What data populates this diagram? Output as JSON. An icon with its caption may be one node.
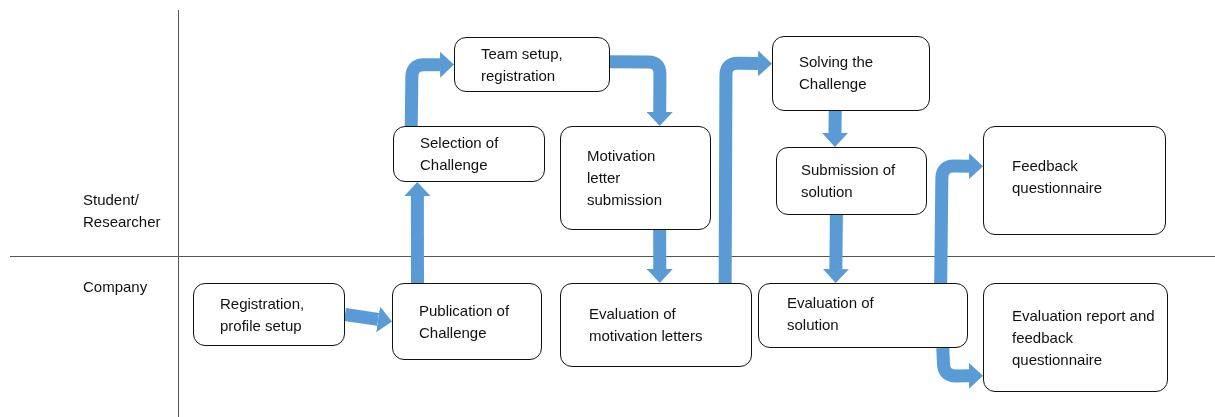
{
  "diagram": {
    "nodes": [
      {
        "text": [
          "Registration, profile setup"
        ]
      },
      {
        "text": [
          "Publication of Challenge"
        ]
      },
      {
        "text": [
          "Selection of Challenge"
        ]
      },
      {
        "text": [
          "Team setup, registration"
        ]
      },
      {
        "text": [
          "Motivation letter submission"
        ]
      },
      {
        "text": [
          "Evaluation of motivation letters"
        ]
      },
      {
        "text": [
          "Solving the Challenge"
        ]
      },
      {
        "text": [
          "Submission of solution"
        ]
      },
      {
        "text": [
          "Evaluation of solution"
        ]
      },
      {
        "text": [
          "Feedback questionnaire"
        ]
      },
      {
        "text": [
          "Evaluation report and feedback questionnaire"
        ]
      }
    ],
    "edges": [
      {
        "from": 0,
        "to": 1,
        "arrow": "to"
      },
      {
        "from": 1,
        "to": 2,
        "arrow": "to"
      },
      {
        "from": 2,
        "to": 3,
        "arrow": "to"
      },
      {
        "from": 3,
        "to": 4,
        "arrow": "to"
      },
      {
        "from": 4,
        "to": 5,
        "arrow": "to"
      },
      {
        "from": 5,
        "to": 6,
        "arrow": "to"
      },
      {
        "from": 6,
        "to": 7,
        "arrow": "to"
      },
      {
        "from": 7,
        "to": 8,
        "arrow": "to"
      },
      {
        "from": 8,
        "to": 9,
        "arrow": "to"
      },
      {
        "from": 8,
        "to": 10,
        "arrow": "to"
      }
    ],
    "labels": [
      "Student/ Researcher",
      "Company"
    ]
  }
}
